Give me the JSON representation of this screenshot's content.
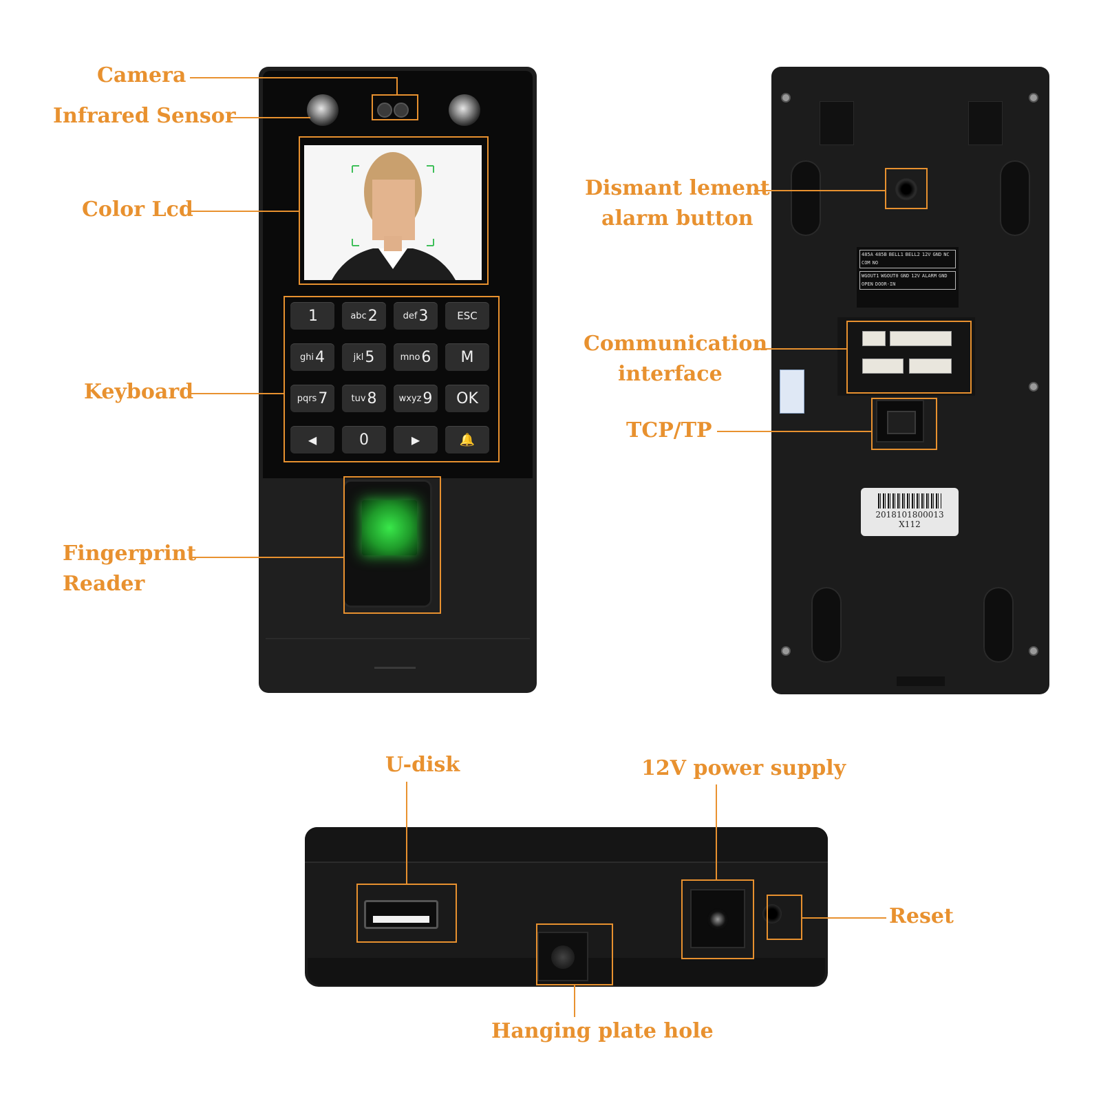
{
  "labels": {
    "camera": "Camera",
    "infrared_sensor": "Infrared Sensor",
    "color_lcd": "Color Lcd",
    "keyboard": "Keyboard",
    "fingerprint_line1": "Fingerprint",
    "fingerprint_line2": "Reader",
    "dismant_line1": "Dismant lement",
    "dismant_line2": "alarm button",
    "comm_line1": "Communication",
    "comm_line2": "interface",
    "tcp": "TCP/TP",
    "udisk": "U-disk",
    "power": "12V power supply",
    "reset": "Reset",
    "hanging": "Hanging plate hole"
  },
  "keypad": [
    {
      "sub": "",
      "main": "1"
    },
    {
      "sub": "abc",
      "main": "2"
    },
    {
      "sub": "def",
      "main": "3"
    },
    {
      "sub": "",
      "main": "ESC"
    },
    {
      "sub": "ghi",
      "main": "4"
    },
    {
      "sub": "jkl",
      "main": "5"
    },
    {
      "sub": "mno",
      "main": "6"
    },
    {
      "sub": "",
      "main": "M"
    },
    {
      "sub": "pqrs",
      "main": "7"
    },
    {
      "sub": "tuv",
      "main": "8"
    },
    {
      "sub": "wxyz",
      "main": "9"
    },
    {
      "sub": "",
      "main": "OK"
    },
    {
      "sub": "",
      "main": "◀"
    },
    {
      "sub": "",
      "main": "0"
    },
    {
      "sub": "",
      "main": "▶"
    },
    {
      "sub": "",
      "main": "🔔"
    }
  ],
  "barcode": {
    "number": "2018101800013",
    "model": "X112"
  },
  "terminal_labels": [
    "485A",
    "485B",
    "BELL1",
    "BELL2",
    "12V",
    "GND",
    "NC",
    "COM",
    "NO",
    "WGOUT1",
    "WGOUT0",
    "GND",
    "12V",
    "ALARM",
    "GND",
    "OPEN",
    "DOOR-IN"
  ],
  "colors": {
    "accent": "#e8912f",
    "device_body": "#171717",
    "fingerprint_glow": "#39e84a"
  }
}
